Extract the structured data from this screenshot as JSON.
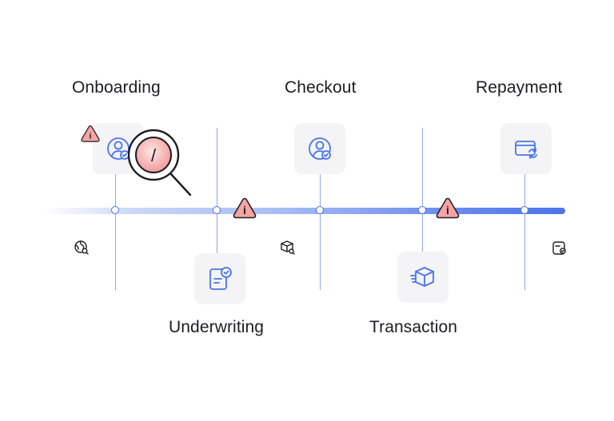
{
  "stages": {
    "onboarding": "Onboarding",
    "checkout": "Checkout",
    "repayment": "Repayment",
    "underwriting": "Underwriting",
    "transaction": "Transaction"
  },
  "warning_glyph": "i",
  "magnifier_glyph": "/",
  "colors": {
    "accent": "#4a74ec",
    "warning_fill": "#f5a3a3",
    "warning_stroke": "#1c1c24",
    "text": "#1c1c24",
    "card_bg": "#f4f4f6"
  },
  "icons": {
    "onboarding": "user-check-icon",
    "checkout": "user-check-icon",
    "repayment": "card-refresh-icon",
    "underwriting": "document-check-icon",
    "transaction": "box-shipping-icon",
    "globe_search": "globe-search-icon",
    "box_search": "box-search-icon",
    "card_user": "card-user-icon"
  }
}
